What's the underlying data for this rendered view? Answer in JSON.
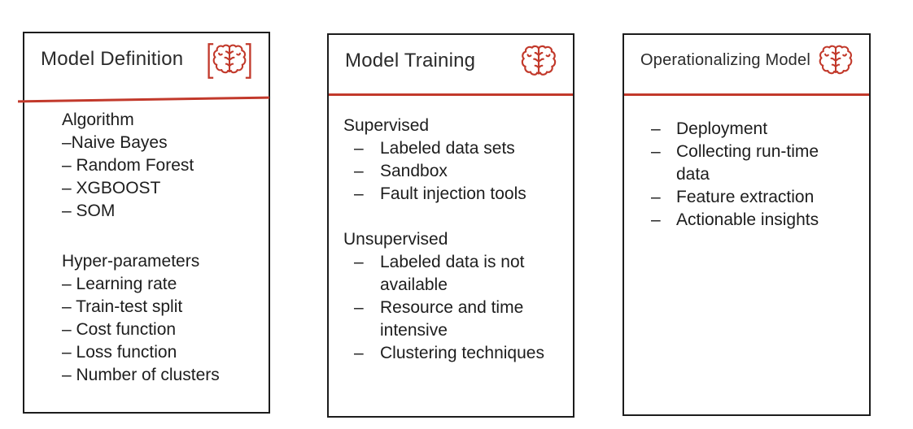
{
  "colors": {
    "accent_red": "#c2392b",
    "border_dark": "#1c1c1c",
    "text_dark": "#1d1d1d",
    "title_dark": "#2b2b2b",
    "background": "#ffffff"
  },
  "cards": [
    {
      "title": "Model Definition",
      "icon": "brain-in-brackets-icon",
      "sections": [
        {
          "heading": "Algorithm",
          "items": [
            "–Naive Bayes",
            "– Random Forest",
            "– XGBOOST",
            "– SOM"
          ]
        },
        {
          "heading": "Hyper-parameters",
          "items": [
            "– Learning rate",
            "– Train-test split",
            "– Cost function",
            "– Loss function",
            "– Number of clusters"
          ]
        }
      ]
    },
    {
      "title": "Model Training",
      "icon": "brain-icon",
      "bullet_char": "–",
      "sections": [
        {
          "heading": "Supervised",
          "items": [
            "Labeled data sets",
            "Sandbox",
            "Fault injection tools"
          ]
        },
        {
          "heading": "Unsupervised",
          "items": [
            "Labeled data is not available",
            "Resource and time intensive",
            "Clustering techniques"
          ]
        }
      ]
    },
    {
      "title": "Operationalizing Model",
      "icon": "brain-icon",
      "bullet_char": "–",
      "sections": [
        {
          "heading": "",
          "items": [
            "Deployment",
            "Collecting run-time data",
            "Feature extraction",
            "Actionable insights"
          ]
        }
      ]
    }
  ]
}
